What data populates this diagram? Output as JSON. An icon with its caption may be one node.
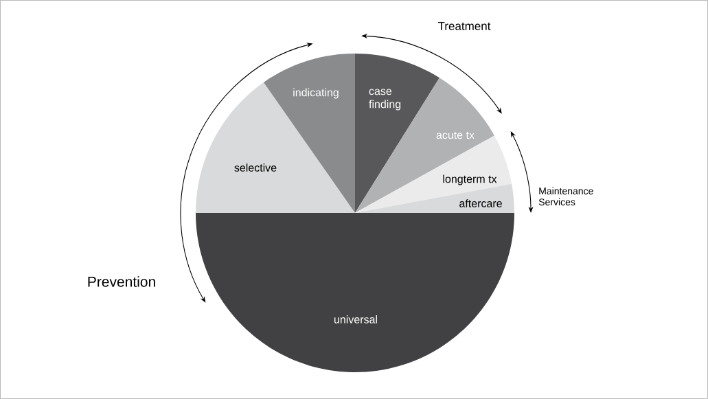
{
  "diagram": {
    "nodes": [
      {
        "text": [
          "universal"
        ]
      },
      {
        "text": [
          "selective"
        ]
      },
      {
        "text": [
          "indicating"
        ]
      },
      {
        "text": [
          "case finding"
        ]
      },
      {
        "text": [
          "acute tx"
        ]
      },
      {
        "text": [
          "longterm tx"
        ]
      },
      {
        "text": [
          "aftercare"
        ]
      }
    ],
    "labels": [
      "Treatment",
      "Maintenance Services",
      "Prevention"
    ]
  }
}
